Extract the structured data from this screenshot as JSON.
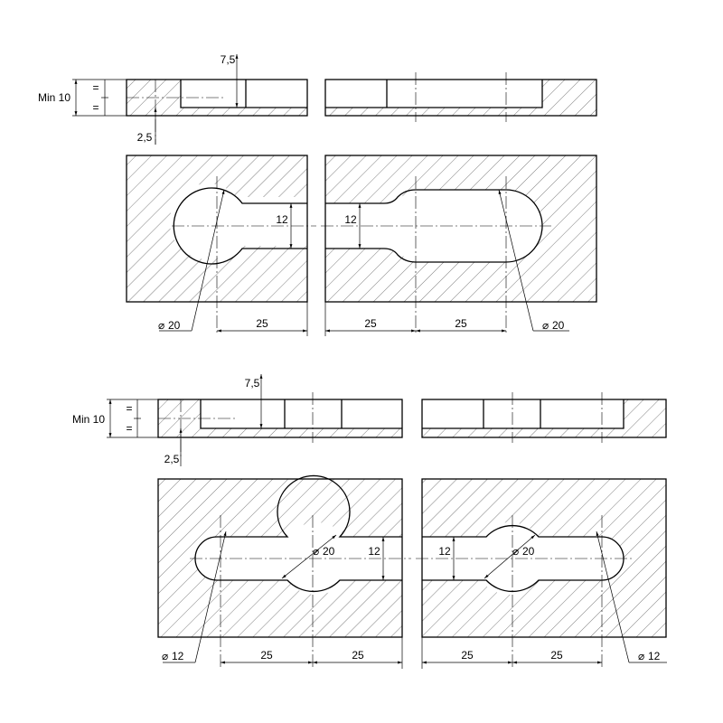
{
  "labels": {
    "upper_min": "Min 10",
    "upper_eq_top": "=",
    "upper_eq_bottom": "=",
    "upper_depth": "7,5",
    "upper_offset": "2,5",
    "upper_slot_left": "12",
    "upper_slot_right": "12",
    "upper_dia_left": "20",
    "upper_dia_right": "20",
    "upper_dim_a": "25",
    "upper_dim_b": "25",
    "upper_dim_c": "25",
    "lower_min": "Min 10",
    "lower_eq_top": "=",
    "lower_eq_bottom": "=",
    "lower_depth": "7,5",
    "lower_offset": "2,5",
    "lower_slot_left": "12",
    "lower_slot_right": "12",
    "lower_dia_center_left": "20",
    "lower_dia_center_right": "20",
    "lower_dia_small_left": "12",
    "lower_dia_small_right": "12",
    "lower_dim_a": "25",
    "lower_dim_b": "25",
    "lower_dim_c": "25",
    "lower_dim_d": "25"
  },
  "symbols": {
    "diameter": "⌀"
  }
}
